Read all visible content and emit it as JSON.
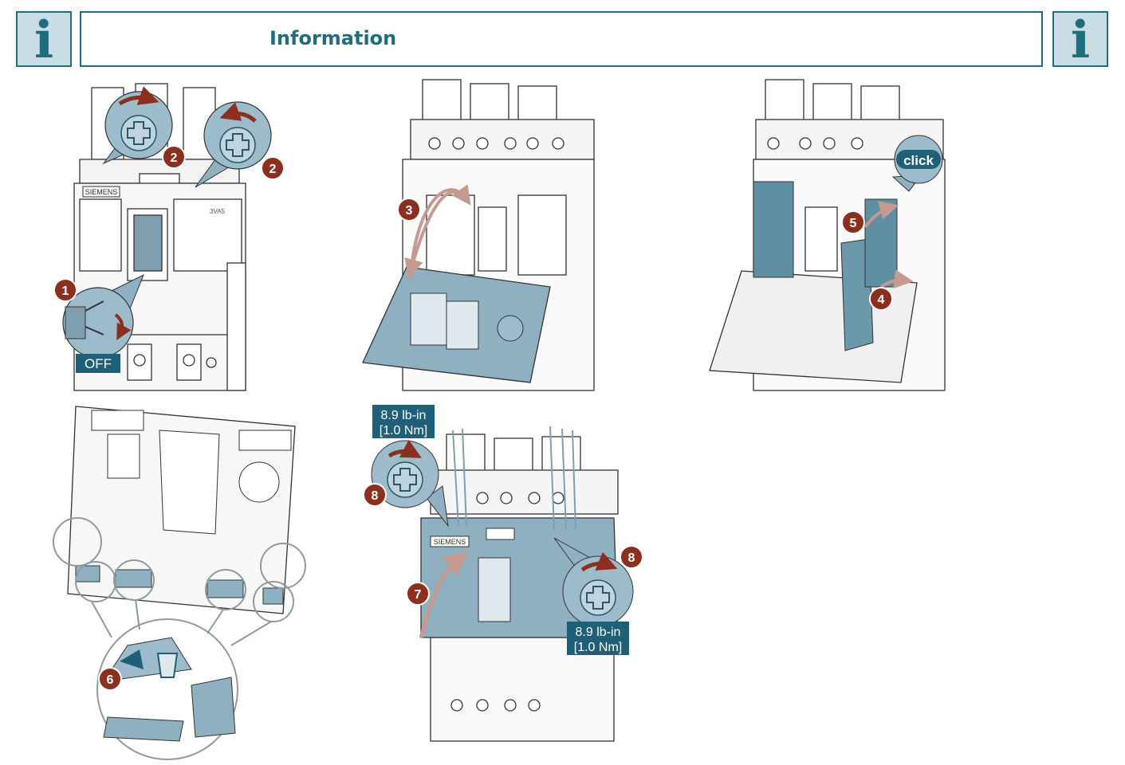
{
  "header": {
    "title": "Information"
  },
  "icons": {
    "info_left": "information-icon",
    "info_right": "information-icon"
  },
  "labels": {
    "brand": "SIEMENS",
    "model": "3VA5",
    "off": "OFF",
    "click": "click",
    "torque_left_line1": "8.9 lb-in",
    "torque_left_line2": "[1.0 Nm]",
    "torque_right_line1": "8.9 lb-in",
    "torque_right_line2": "[1.0 Nm]"
  },
  "steps": {
    "s1": "1",
    "s2a": "2",
    "s2b": "2",
    "s3": "3",
    "s4": "4",
    "s5": "5",
    "s6": "6",
    "s7": "7",
    "s8a": "8",
    "s8b": "8"
  },
  "colors": {
    "accent": "#1f6e7e",
    "panel": "#8fb0c0",
    "step": "#8b2f1f",
    "tag": "#1f5f78"
  }
}
